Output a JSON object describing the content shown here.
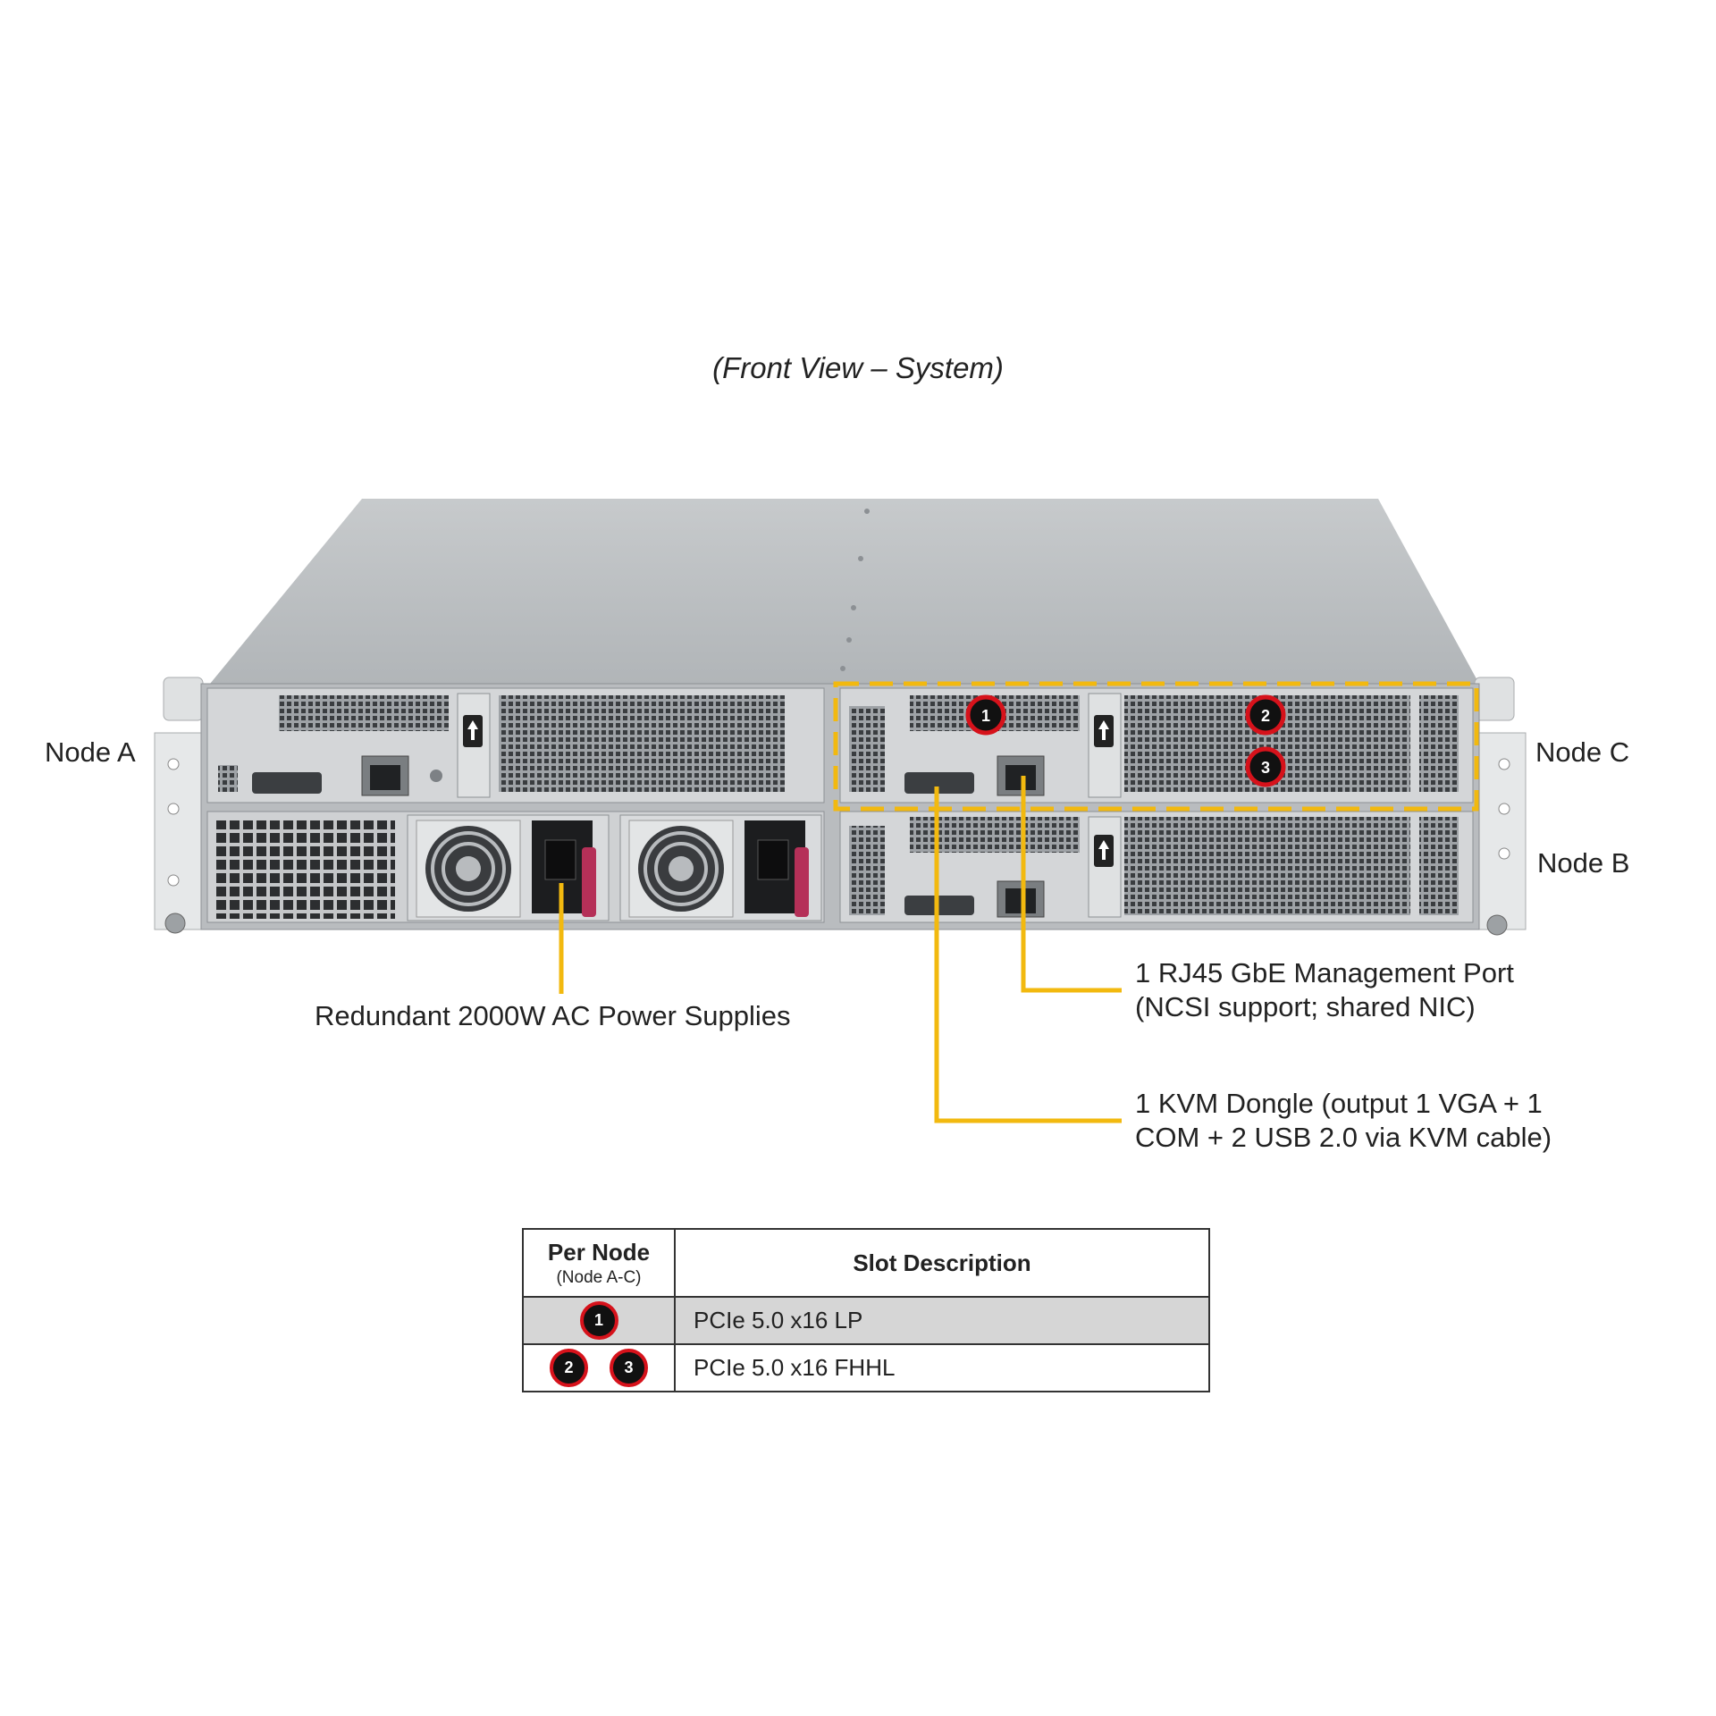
{
  "title": "(Front View – System)",
  "nodes": {
    "a": "Node A",
    "b": "Node B",
    "c": "Node C"
  },
  "callouts": {
    "psu": "Redundant 2000W AC Power Supplies",
    "rj45_line1": "1 RJ45 GbE Management Port",
    "rj45_line2": "(NCSI support; shared NIC)",
    "kvm_line1": "1 KVM Dongle (output 1 VGA + 1",
    "kvm_line2": "COM + 2 USB 2.0 via KVM cable)"
  },
  "slot_badges": [
    "1",
    "2",
    "3"
  ],
  "table": {
    "col1_header": "Per Node",
    "col1_sub": "(Node A-C)",
    "col2_header": "Slot Description",
    "rows": [
      {
        "slots": [
          "1"
        ],
        "description": "PCIe 5.0 x16 LP"
      },
      {
        "slots": [
          "2",
          "3"
        ],
        "description": "PCIe 5.0 x16 FHHL"
      }
    ]
  },
  "colors": {
    "callout_line": "#f2b90f",
    "badge_ring": "#d6121b",
    "chassis": "#c8cacc",
    "table_shade": "#d6d6d6"
  }
}
